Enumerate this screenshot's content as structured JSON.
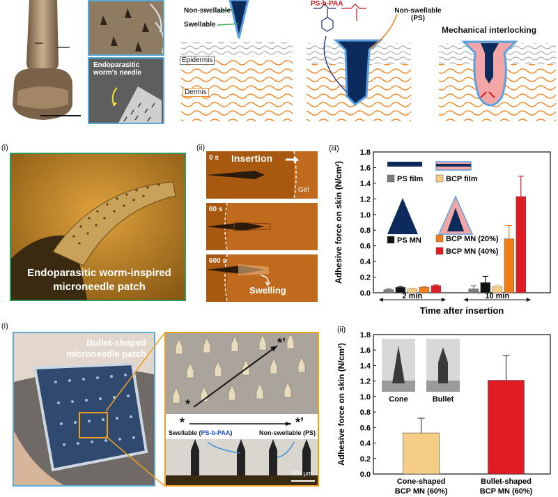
{
  "top": {
    "thumb_label": "Endoparasitic worm's needle",
    "diag_labels": {
      "non_swellable": "Non-swellable",
      "swellable": "Swellable",
      "polymer": "PS-b-PAA",
      "non_swellable_ps": "Non-swellable (PS)",
      "mechanical": "Mechanical interlocking",
      "epidermis": "Epidermis",
      "dermis": "Dermis"
    }
  },
  "middle": {
    "panel_i": {
      "tag": "(i)",
      "caption_line1": "Endoparasitic worm-inspired",
      "caption_line2": "microneedle patch"
    },
    "panel_ii": {
      "tag": "(ii)",
      "frames": [
        {
          "time": "0 s",
          "label": "Insertion",
          "extra": "Gel"
        },
        {
          "time": "60 s",
          "label": "",
          "extra": ""
        },
        {
          "time": "600 s",
          "label": "Swelling",
          "extra": ""
        }
      ]
    }
  },
  "bottom": {
    "panel_i": {
      "tag": "(i)",
      "patch_title_line1": "Bullet-shaped",
      "patch_title_line2": "microneedle patch",
      "star": "*",
      "star_prime": "*’",
      "swellable_pre": "Swellable (",
      "swellable_poly": "PS-b-PAA",
      "swellable_post": ")",
      "non_swellable": "Non-swellable (PS)",
      "scalebar": "500 µm"
    }
  },
  "colors": {
    "ps": "#7d7d7d",
    "bcp_film": "#f6cd86",
    "ps_mn": "#111111",
    "bcp20": "#f07f1a",
    "bcp40": "#e01b24",
    "navy": "#0d2a5c",
    "pink": "#f2a6a6"
  },
  "chart_data": [
    {
      "type": "bar",
      "tag": "(iii)",
      "ylabel": "Adhesive force on skin (N/cm²)",
      "xlabel": "Time after insertion",
      "ylim": [
        0,
        1.8
      ],
      "yticks": [
        "0.0",
        "0.2",
        "0.4",
        "0.6",
        "0.8",
        "1.0",
        "1.2",
        "1.4",
        "1.6",
        "1.8"
      ],
      "categories": [
        "2 min",
        "10 min"
      ],
      "legend": [
        "PS film",
        "BCP film",
        "PS MN",
        "BCP MN (20%)",
        "BCP MN (40%)"
      ],
      "series": [
        {
          "name": "PS film",
          "values": [
            0.04,
            0.05
          ],
          "errors": [
            0.01,
            0.04
          ],
          "color": "#7d7d7d"
        },
        {
          "name": "PS MN",
          "values": [
            0.07,
            0.13
          ],
          "errors": [
            0.01,
            0.08
          ],
          "color": "#111111"
        },
        {
          "name": "BCP film",
          "values": [
            0.05,
            0.08
          ],
          "errors": [
            0.01,
            0.02
          ],
          "color": "#f6cd86"
        },
        {
          "name": "BCP MN (20%)",
          "values": [
            0.07,
            0.69
          ],
          "errors": [
            0.01,
            0.17
          ],
          "color": "#f07f1a"
        },
        {
          "name": "BCP MN (40%)",
          "values": [
            0.09,
            1.23
          ],
          "errors": [
            0.01,
            0.26
          ],
          "color": "#e01b24"
        }
      ]
    },
    {
      "type": "bar",
      "tag": "(ii)",
      "ylabel": "Adhesive force on skin (N/cm²)",
      "ylim": [
        0,
        1.8
      ],
      "yticks": [
        "0.0",
        "0.2",
        "0.4",
        "0.6",
        "0.8",
        "1.0",
        "1.2",
        "1.4",
        "1.6",
        "1.8"
      ],
      "categories": [
        "Cone-shaped|BCP MN (60%)",
        "Bullet-shaped|BCP MN (60%)"
      ],
      "inset_labels": [
        "Cone",
        "Bullet"
      ],
      "values": [
        0.53,
        1.21
      ],
      "errors": [
        0.19,
        0.32
      ],
      "colors": [
        "#f6cd86",
        "#e01b24"
      ]
    }
  ]
}
